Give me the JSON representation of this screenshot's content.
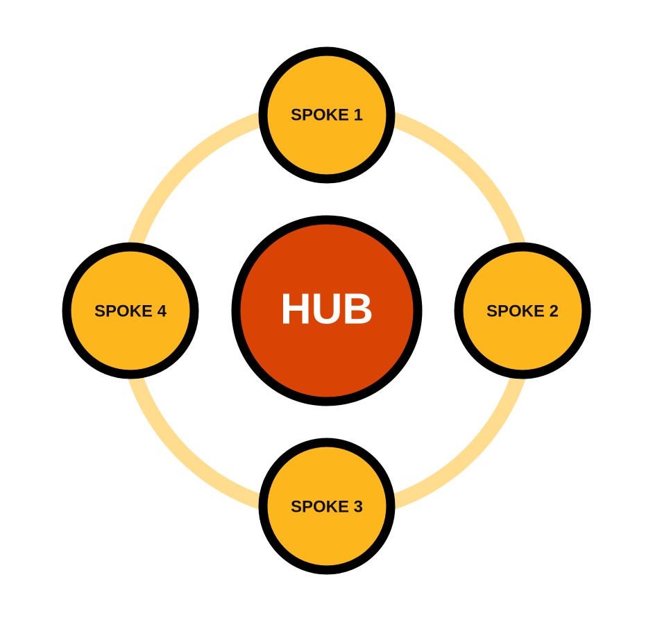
{
  "diagram": {
    "hub": {
      "label": "HUB",
      "fill": "#D94404",
      "text_color": "#FFFFFF"
    },
    "spokes": [
      {
        "label": "SPOKE 1"
      },
      {
        "label": "SPOKE 2"
      },
      {
        "label": "SPOKE 3"
      },
      {
        "label": "SPOKE 4"
      }
    ],
    "colors": {
      "spoke_fill": "#FDB71D",
      "spoke_text": "#111111",
      "ring": "#FFDC8E",
      "outline": "#000000"
    }
  }
}
